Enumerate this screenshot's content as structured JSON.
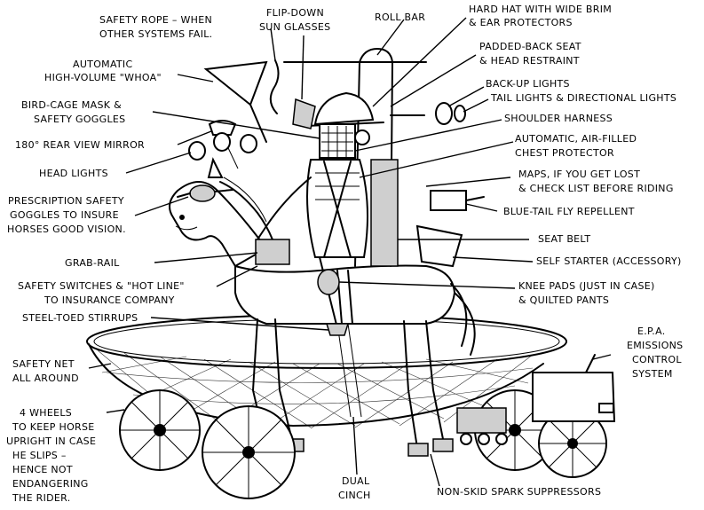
{
  "labels": {
    "safety_rope_1": "SAFETY ROPE – WHEN",
    "safety_rope_2": "OTHER SYSTEMS FAIL.",
    "sunglasses_1": "FLIP-DOWN",
    "sunglasses_2": "SUN GLASSES",
    "roll_bar": "ROLL BAR",
    "hard_hat_1": "HARD HAT WITH WIDE BRIM",
    "hard_hat_2": "& EAR PROTECTORS",
    "whoa_1": "AUTOMATIC",
    "whoa_2": "HIGH-VOLUME \"WHOA\"",
    "seat_1": "PADDED-BACK SEAT",
    "seat_2": "& HEAD RESTRAINT",
    "birdcage_1": "BIRD-CAGE MASK &",
    "birdcage_2": "SAFETY GOGGLES",
    "lights_1": "BACK-UP LIGHTS",
    "lights_2": "TAIL LIGHTS & DIRECTIONAL LIGHTS",
    "shoulder": "SHOULDER HARNESS",
    "mirror": "180° REAR VIEW MIRROR",
    "chest_1": "AUTOMATIC, AIR-FILLED",
    "chest_2": "CHEST PROTECTOR",
    "headlights": "HEAD LIGHTS",
    "maps_1": "MAPS, IF YOU GET LOST",
    "maps_2": "& CHECK LIST BEFORE RIDING",
    "goggles_1": "PRESCRIPTION SAFETY",
    "goggles_2": "GOGGLES TO INSURE",
    "goggles_3": "HORSES GOOD VISION.",
    "repellent": "BLUE-TAIL FLY REPELLENT",
    "seatbelt": "SEAT BELT",
    "grabrail": "GRAB-RAIL",
    "starter": "SELF STARTER (ACCESSORY)",
    "switches_1": "SAFETY SWITCHES & \"HOT LINE\"",
    "switches_2": "TO INSURANCE COMPANY",
    "kneepads_1": "KNEE PADS  (JUST IN CASE)",
    "kneepads_2": "& QUILTED PANTS",
    "stirrups": "STEEL-TOED STIRRUPS",
    "epa_1": "E.P.A.",
    "epa_2": "EMISSIONS",
    "epa_3": "CONTROL",
    "epa_4": "SYSTEM",
    "net_1": "SAFETY NET",
    "net_2": "ALL AROUND",
    "wheels_1": "4 WHEELS",
    "wheels_2": "TO KEEP HORSE",
    "wheels_3": "UPRIGHT IN CASE",
    "wheels_4": "HE SLIPS –",
    "wheels_5": "HENCE NOT",
    "wheels_6": "ENDANGERING",
    "wheels_7": "THE RIDER.",
    "cinch_1": "DUAL",
    "cinch_2": "CINCH",
    "spark": "NON-SKID SPARK SUPPRESSORS"
  }
}
